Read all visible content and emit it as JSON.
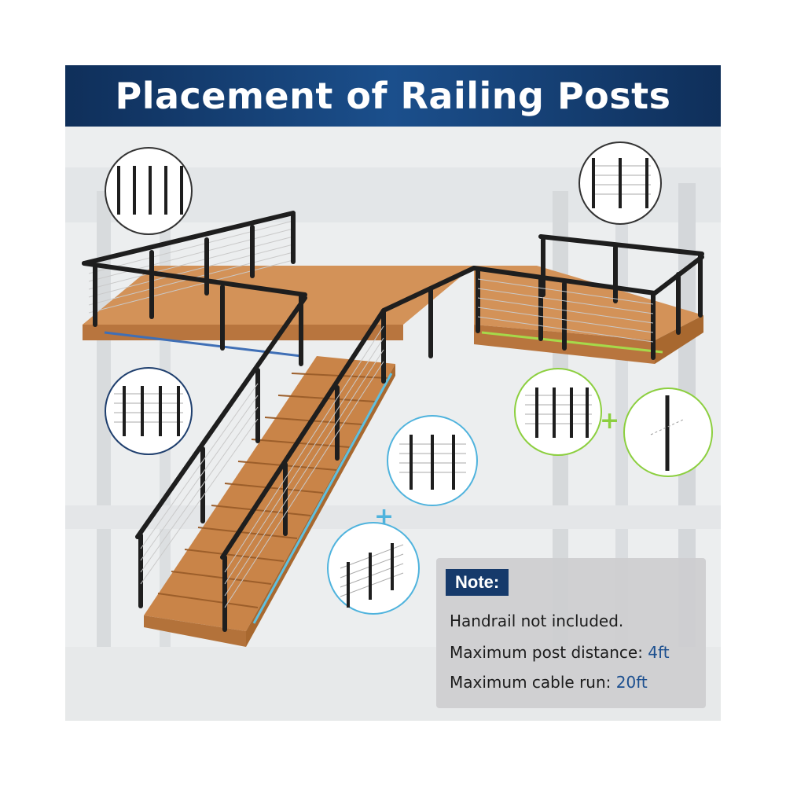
{
  "title": "Placement of Railing Posts",
  "colors": {
    "title_bar": "#163a6b",
    "wood": "#d39258",
    "post": "#1e1e1e",
    "ring_standard": "#1f3f6e",
    "ring_corner": "#8ccf3f",
    "ring_stair": "#4fb3dd",
    "note_accent": "#1c4f8f"
  },
  "diagrams": [
    {
      "name": "end-posts",
      "ring_color": "#333333"
    },
    {
      "name": "corner-posts",
      "ring_color": "#333333"
    },
    {
      "name": "intermediate-posts",
      "ring_color": "#1f3f6e"
    },
    {
      "name": "level-posts",
      "ring_color": "#8ccf3f"
    },
    {
      "name": "corner-post-single",
      "ring_color": "#8ccf3f"
    },
    {
      "name": "stair-top-posts",
      "ring_color": "#4fb3dd"
    },
    {
      "name": "stair-angled-posts",
      "ring_color": "#4fb3dd"
    }
  ],
  "plus_signs": [
    {
      "text": "+",
      "color": "#8ccf3f"
    },
    {
      "text": "+",
      "color": "#4fb3dd"
    }
  ],
  "note": {
    "heading": "Note:",
    "line1": "Handrail not included.",
    "line2_label": "Maximum post distance: ",
    "line2_value": "4ft",
    "line3_label": "Maximum cable run: ",
    "line3_value": "20ft"
  }
}
